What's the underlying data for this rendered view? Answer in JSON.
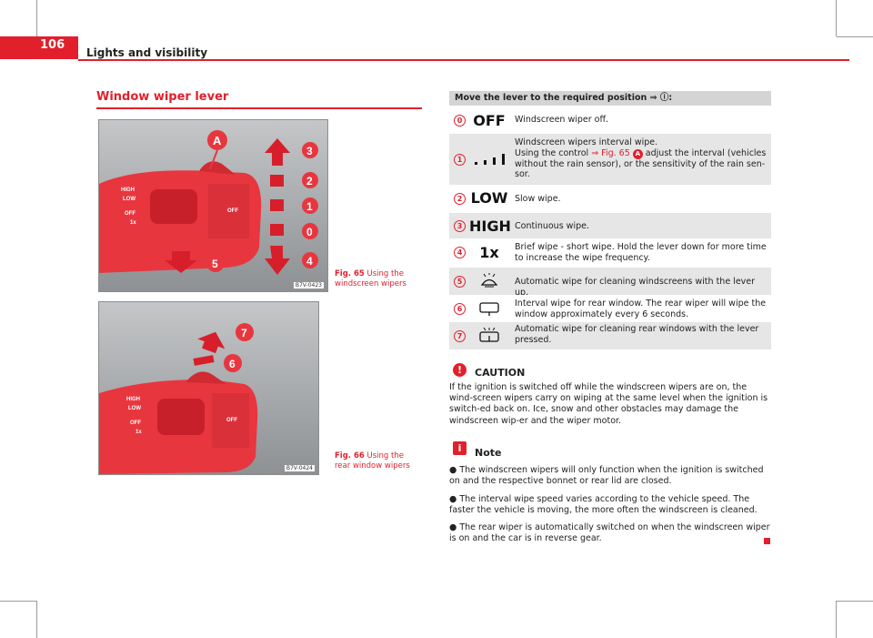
{
  "header": {
    "page_number": "106",
    "chapter": "Lights and visibility"
  },
  "section": {
    "title": "Window wiper lever"
  },
  "figures": [
    {
      "caption_num": "Fig. 65",
      "caption_text": "Using the windscreen wipers",
      "code": "B7V-0423",
      "labels": [
        "A",
        "3",
        "2",
        "1",
        "0",
        "5",
        "4"
      ],
      "lever_text": [
        "HIGH",
        "LOW",
        "OFF",
        "1x",
        "OFF"
      ]
    },
    {
      "caption_num": "Fig. 66",
      "caption_text": "Using the rear window wipers",
      "code": "B7V-0424",
      "labels": [
        "7",
        "6"
      ],
      "lever_text": [
        "HIGH",
        "LOW",
        "OFF",
        "1x",
        "OFF"
      ]
    }
  ],
  "table": {
    "header": "Move the lever to the required position ⇒ ⓘ:",
    "rows": [
      {
        "num": "0",
        "icon": "OFF",
        "desc": "Windscreen wiper off."
      },
      {
        "num": "1",
        "icon": "interval-bars-icon",
        "desc_parts": [
          "Windscreen wipers interval wipe.",
          "Using the control ",
          "⇒ Fig. 65",
          "A",
          " adjust the interval (vehicles without the rain sensor), or the sensitivity of the rain sen-sor."
        ]
      },
      {
        "num": "2",
        "icon": "LOW",
        "desc": "Slow wipe."
      },
      {
        "num": "3",
        "icon": "HIGH",
        "desc": "Continuous wipe."
      },
      {
        "num": "4",
        "icon": "1x",
        "desc": "Brief wipe - short wipe. Hold the lever down for more time to increase the wipe frequency."
      },
      {
        "num": "5",
        "icon": "windscreen-wash-icon",
        "desc": "Automatic wipe for cleaning windscreens with the lever up."
      },
      {
        "num": "6",
        "icon": "rear-wiper-icon",
        "desc": "Interval wipe for rear window. The rear wiper will wipe the window approximately every 6 seconds."
      },
      {
        "num": "7",
        "icon": "rear-wash-icon",
        "desc": "Automatic wipe for cleaning rear windows with the lever pressed."
      }
    ]
  },
  "caution": {
    "title": "CAUTION",
    "text": "If the ignition is switched off while the windscreen wipers are on, the wind-screen wipers carry on wiping at the same level when the ignition is switch-ed back on. Ice, snow and other obstacles may damage the windscreen wip-er and the wiper motor."
  },
  "note": {
    "title": "Note",
    "bullets": [
      "The windscreen wipers will only function when the ignition is switched on and the respective bonnet or rear lid are closed.",
      "The interval wipe speed varies according to the vehicle speed. The faster the vehicle is moving, the more often the windscreen is cleaned.",
      "The rear wiper is automatically switched on when the windscreen wiper is on and the car is in reverse gear."
    ]
  },
  "colors": {
    "accent": "#e2202c",
    "lever": "#e8363f",
    "row_alt": "#e6e6e6"
  }
}
